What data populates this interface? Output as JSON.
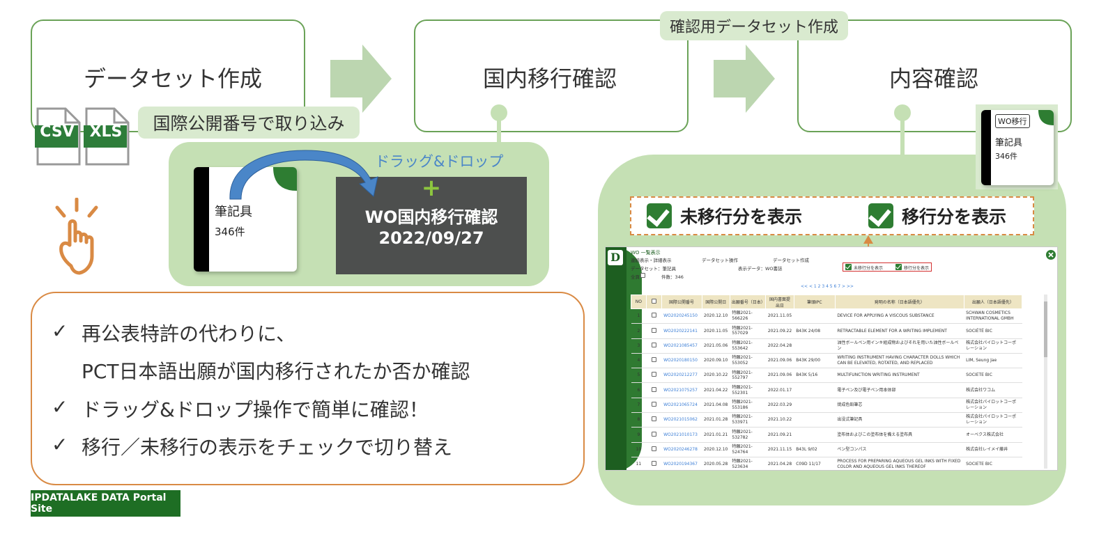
{
  "steps": {
    "step1": "データセット作成",
    "step2": "国内移行確認",
    "step3": "内容確認",
    "step3_label": "確認用データセット作成"
  },
  "import_pill": "国際公開番号で取り込み",
  "file_icons": {
    "csv": "CSV",
    "xls": "XLS"
  },
  "dnd_label": "ドラッグ&ドロップ",
  "dataset_card": {
    "name": "筆記具",
    "count": "346件"
  },
  "drop_target": {
    "plus": "+",
    "title": "WO国内移行確認",
    "date": "2022/09/27"
  },
  "result_card": {
    "tag": "WO移行",
    "name": "筆記具",
    "count": "346件"
  },
  "toggles": {
    "unmigrated": "未移行分を表示",
    "migrated": "移行分を表示"
  },
  "features": {
    "line1": "再公表特許の代わりに、",
    "line2": "PCT日本語出願が国内移行されたか否か確認",
    "line3": "ドラッグ&ドロップ操作で簡単に確認！",
    "line4": "移行／未移行の表示をチェックで切り替え",
    "check": "✓"
  },
  "badge": "IPDATALAKE DATA Portal Site",
  "screen": {
    "logo": "D",
    "title": "WO 一覧表示",
    "toolbar1": "連続表示・詳細表示",
    "toolbar2": "データセット操作",
    "toolbar3": "データセット作成",
    "dataset_label": "データセット：筆記具",
    "display_label": "表示データ：WO書誌",
    "all_label": "全頁",
    "count_label": "件数：346",
    "filter_unmigrated": "未移行分を表示",
    "filter_migrated": "移行分を表示",
    "pagination": "<< < 1 2 3 4 5 6 7 > >>",
    "columns": [
      "NO",
      "",
      "国際公開番号",
      "国際公開日",
      "出願番号（日本）",
      "国内書面提出日",
      "筆頭IPC",
      "発明の名称（日本語優先）",
      "出願人（日本語優先）"
    ],
    "rows": [
      [
        "1",
        "WO2020245150",
        "2020.12.10",
        "特願2021-566226",
        "2021.11.05",
        "",
        "DEVICE FOR APPLYING A VISCOUS SUBSTANCE",
        "SCHWAN COSMETICS INTERNATIONAL GMBH"
      ],
      [
        "2",
        "WO2020222141",
        "2020.11.05",
        "特願2021-557029",
        "2021.09.22",
        "B43K 24/08",
        "RETRACTABLE ELEMENT FOR A WRITING IMPLEMENT",
        "SOCIÉTÉ BIC"
      ],
      [
        "3",
        "WO2021085457",
        "2021.05.06",
        "特願2021-553642",
        "2022.04.28",
        "",
        "油性ボールペン用インキ組成物およびそれを用いた油性ボールペン",
        "株式会社パイロットコーポレーション"
      ],
      [
        "4",
        "WO2020180150",
        "2020.09.10",
        "特願2021-553052",
        "2021.09.06",
        "B43K 29/00",
        "WRITING INSTRUMENT HAVING CHARACTER DOLLS WHICH CAN BE ELEVATED, ROTATED, AND REPLACED",
        "LIM, Seung Jae"
      ],
      [
        "5",
        "WO2020212277",
        "2020.10.22",
        "特願2021-552797",
        "2021.09.06",
        "B43K 5/16",
        "MULTIFUNCTION WRITING INSTRUMENT",
        "SOCIETE BIC"
      ],
      [
        "6",
        "WO2021075257",
        "2021.04.22",
        "特願2021-552301",
        "2022.01.17",
        "",
        "電子ペン及び電子ペン用本体部",
        "株式会社ワコム"
      ],
      [
        "7",
        "WO2021065724",
        "2021.04.08",
        "特願2021-553186",
        "2022.03.29",
        "",
        "焼成色鉛筆芯",
        "株式会社パイロットコーポレーション"
      ],
      [
        "8",
        "WO2021015062",
        "2021.01.28",
        "特願2021-533971",
        "2021.10.22",
        "",
        "出没式筆記具",
        "株式会社パイロットコーポレーション"
      ],
      [
        "9",
        "WO2021010173",
        "2021.01.21",
        "特願2021-532782",
        "2021.09.21",
        "",
        "塗布体およびこの塗布体を備える塗布具",
        "オーベクス株式会社"
      ],
      [
        "10",
        "WO2020246278",
        "2020.12.10",
        "特願2021-524764",
        "2021.11.15",
        "B43L 9/02",
        "ペン型コンパス",
        "株式会社レイメイ藤井"
      ],
      [
        "11",
        "WO2020194367",
        "2020.05.28",
        "特願2021-523634",
        "2021.04.28",
        "C09D 11/17",
        "PROCESS FOR PREPARING AQUEOUS GEL INKS WITH FIXED COLOR AND AQUEOUS GEL INKS THEREOF",
        "SOCIETE BIC"
      ]
    ]
  }
}
